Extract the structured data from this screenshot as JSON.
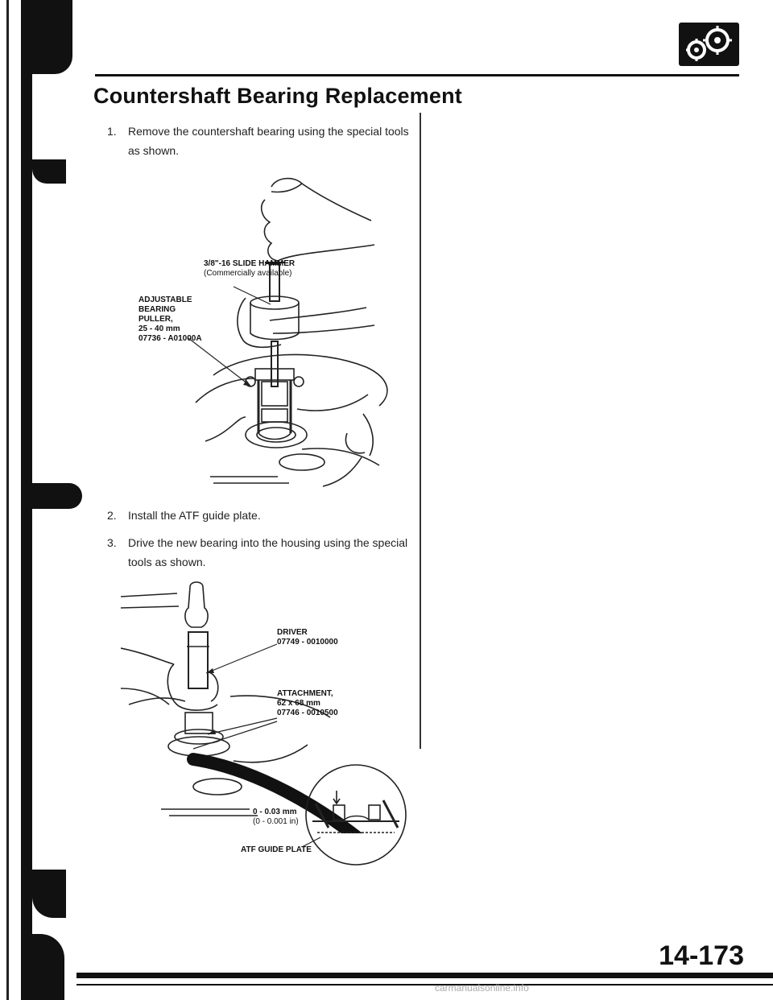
{
  "header": {
    "title": "Countershaft Bearing Replacement",
    "logo_icon": "gear-transmission-icon"
  },
  "steps": [
    {
      "num": "1.",
      "text": "Remove the countershaft bearing using the special tools as shown."
    },
    {
      "num": "2.",
      "text": "Install the ATF guide plate."
    },
    {
      "num": "3.",
      "text": "Drive the new bearing into the housing using the special tools as shown."
    }
  ],
  "figure1": {
    "hammer_label": "3/8\"-16 SLIDE HAMMER",
    "hammer_note": "(Commercially available)",
    "puller_line1": "ADJUSTABLE",
    "puller_line2": "BEARING",
    "puller_line3": "PULLER,",
    "puller_size": "25 - 40 mm",
    "puller_part": "07736 - A01000A"
  },
  "figure2": {
    "driver_label": "DRIVER",
    "driver_part": "07749 - 0010000",
    "attachment_label": "ATTACHMENT,",
    "attachment_size": "62 x 68 mm",
    "attachment_part": "07746 - 0010500",
    "clearance_mm": "0 - 0.03 mm",
    "clearance_in": "(0 - 0.001 in)",
    "plate_label": "ATF GUIDE PLATE"
  },
  "footer": {
    "page_number": "14-173",
    "watermark": "carmanualsonline.info"
  }
}
